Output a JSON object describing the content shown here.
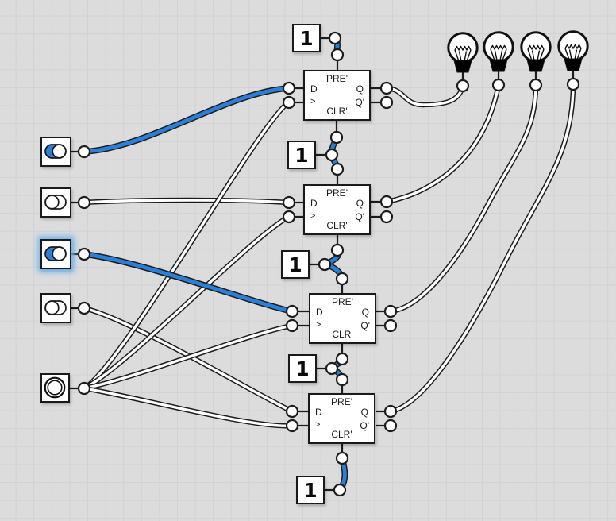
{
  "app": {
    "title": "Logic circuit canvas",
    "tool": "logic simulator grid editor"
  },
  "colors": {
    "canvas_bg": "#dcdcdc",
    "grid_line": "#d2d2d2",
    "accent_blue": "#2b7fd6",
    "wire_low": "#ffffff",
    "wire_outline": "#1c1c1c",
    "component_fill": "#ffffff",
    "component_border": "#1a1a1a",
    "focus_glow": "#74b4ef",
    "bulb_base": "#000000"
  },
  "flipflop": {
    "labels": {
      "pre": "PRE'",
      "d": "D",
      "clock": ">",
      "clr": "CLR'",
      "q": "Q",
      "qn": "Q'"
    },
    "instances": [
      {
        "id": "d-flip-flop-1"
      },
      {
        "id": "d-flip-flop-2"
      },
      {
        "id": "d-flip-flop-3"
      },
      {
        "id": "d-flip-flop-4"
      }
    ]
  },
  "constants": [
    {
      "label": "1"
    },
    {
      "label": "1"
    },
    {
      "label": "1"
    },
    {
      "label": "1"
    },
    {
      "label": "1"
    }
  ],
  "switches": [
    {
      "id": 1,
      "state": "on",
      "focused": false
    },
    {
      "id": 2,
      "state": "off",
      "focused": false
    },
    {
      "id": 3,
      "state": "on",
      "focused": true
    },
    {
      "id": 4,
      "state": "off",
      "focused": false
    }
  ],
  "push_button": {
    "pressed": false
  },
  "bulbs": [
    {
      "id": 1,
      "state": "off"
    },
    {
      "id": 2,
      "state": "off"
    },
    {
      "id": 3,
      "state": "off"
    },
    {
      "id": 4,
      "state": "off"
    }
  ],
  "wires": [
    {
      "from": "switch-1",
      "to": "ff1.D",
      "signal": "high"
    },
    {
      "from": "switch-2",
      "to": "ff2.D",
      "signal": "low"
    },
    {
      "from": "switch-3",
      "to": "ff3.D",
      "signal": "high"
    },
    {
      "from": "switch-4",
      "to": "ff4.D",
      "signal": "low"
    },
    {
      "from": "push-button",
      "to": "ff1.clk",
      "signal": "low"
    },
    {
      "from": "push-button",
      "to": "ff2.clk",
      "signal": "low"
    },
    {
      "from": "push-button",
      "to": "ff3.clk",
      "signal": "low"
    },
    {
      "from": "push-button",
      "to": "ff4.clk",
      "signal": "low"
    },
    {
      "from": "ff1.Q",
      "to": "bulb-1",
      "signal": "low"
    },
    {
      "from": "ff2.Q",
      "to": "bulb-2",
      "signal": "low"
    },
    {
      "from": "ff3.Q",
      "to": "bulb-3",
      "signal": "low"
    },
    {
      "from": "ff4.Q",
      "to": "bulb-4",
      "signal": "low"
    },
    {
      "from": "constant-1",
      "to": "ff1.PRE'",
      "signal": "high"
    },
    {
      "from": "constant-2",
      "to": "ff1.CLR'",
      "signal": "high"
    },
    {
      "from": "constant-2",
      "to": "ff2.PRE'",
      "signal": "high"
    },
    {
      "from": "constant-3",
      "to": "ff2.CLR'",
      "signal": "high"
    },
    {
      "from": "constant-3",
      "to": "ff3.PRE'",
      "signal": "high"
    },
    {
      "from": "constant-4",
      "to": "ff3.CLR'",
      "signal": "high"
    },
    {
      "from": "constant-4",
      "to": "ff4.PRE'",
      "signal": "high"
    },
    {
      "from": "constant-5",
      "to": "ff4.CLR'",
      "signal": "high"
    }
  ]
}
